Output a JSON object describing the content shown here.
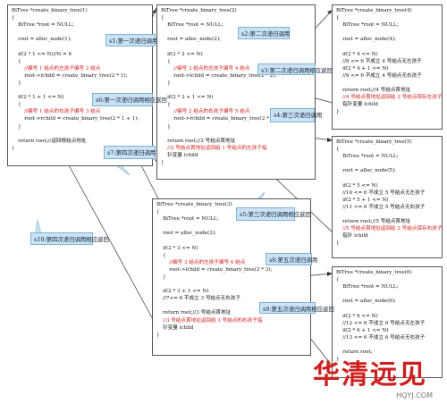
{
  "boxes": [
    {
      "id": "b1",
      "lines": [
        {
          "t": "BiTree *create_binary_tree(1)"
        },
        {
          "t": "{"
        },
        {
          "t": "    BiTree *root = NULL;"
        },
        {
          "t": ""
        },
        {
          "t": "    root = alloc_node(1);"
        },
        {
          "t": ""
        },
        {
          "t": "    if(2 * 1 <= N)//N = 6"
        },
        {
          "t": "    {"
        },
        {
          "t": "        //编号 1 结点的左孩子编号 2 结点",
          "c": "red"
        },
        {
          "t": "        root->lchild = create_binary_tree(2 * 1);"
        },
        {
          "t": "    }"
        },
        {
          "t": ""
        },
        {
          "t": "    if(2 * 1 + 1 <= N)"
        },
        {
          "t": "    {"
        },
        {
          "t": "        //编号 1 结点的右孩子编号 3 结点",
          "c": "red"
        },
        {
          "t": "        root->rchild = create_binary_tree(2 * 1 + 1);"
        },
        {
          "t": "    }"
        },
        {
          "t": ""
        },
        {
          "t": "    return root;//返回根结点地址"
        },
        {
          "t": "}"
        }
      ]
    },
    {
      "id": "b2",
      "lines": [
        {
          "t": "BiTree *create_binary_tree(2)"
        },
        {
          "t": "{"
        },
        {
          "t": "    BiTree *root = NULL;"
        },
        {
          "t": ""
        },
        {
          "t": "    root = alloc_node(2);"
        },
        {
          "t": ""
        },
        {
          "t": "    if(2 * 2 <= N)"
        },
        {
          "t": "    {"
        },
        {
          "t": "        //编号 2 结点的左孩子编号 4 结点",
          "c": "red"
        },
        {
          "t": "        root->lchild = create_binary_tree(2 * 2);"
        },
        {
          "t": "    }"
        },
        {
          "t": ""
        },
        {
          "t": "    if(2 * 2 + 1 <= N)"
        },
        {
          "t": "    {"
        },
        {
          "t": "        //编号 2 结点的右孩子编号 5 结点",
          "c": "red"
        },
        {
          "t": "        root->rchild = create_binary_tree(2 * 2 + 1);"
        },
        {
          "t": "    }"
        },
        {
          "t": ""
        },
        {
          "t": "    return root;//2 号结点首地址"
        },
        {
          "t": "    //2 号结点首地址返回给 1 号结点的左孩子指",
          "c": "red"
        },
        {
          "t": "    针变量 lchild"
        },
        {
          "t": "}"
        }
      ]
    },
    {
      "id": "b3",
      "lines": [
        {
          "t": "BiTree *create_binary_tree(3)"
        },
        {
          "t": "{"
        },
        {
          "t": "    BiTree *root = NULL;"
        },
        {
          "t": ""
        },
        {
          "t": "    root = alloc_node(3);"
        },
        {
          "t": ""
        },
        {
          "t": "    if(2 * 3 <= N)"
        },
        {
          "t": "    {"
        },
        {
          "t": "        //编号 3 结点的左孩子编号 6 结点",
          "c": "red"
        },
        {
          "t": "        root->lchild = create_binary_tree(2 * 3);"
        },
        {
          "t": "    }"
        },
        {
          "t": ""
        },
        {
          "t": "    if(2 * 3 + 1 <= N)"
        },
        {
          "t": "    //7<= 6 不成立 3 号结点无右孩子"
        },
        {
          "t": ""
        },
        {
          "t": "    return root;//3 号结点首地址"
        },
        {
          "t": "    //3 号结点首地址返回给 1 号结点的右孩子指",
          "c": "red"
        },
        {
          "t": "    针变量 lchild"
        },
        {
          "t": "}"
        }
      ]
    },
    {
      "id": "b4",
      "lines": [
        {
          "t": "BiTree *create_binary_tree(4)"
        },
        {
          "t": "{"
        },
        {
          "t": "    BiTree *root = NULL;"
        },
        {
          "t": ""
        },
        {
          "t": "    root = alloc_node(4);"
        },
        {
          "t": ""
        },
        {
          "t": "    if(2 * 4 <= N)"
        },
        {
          "t": "    //8 <= 6 不成立 4 号结点无左孩子"
        },
        {
          "t": "    if(2 * 4 + 1 <= N)"
        },
        {
          "t": "    //9 <= 6 不成立 4 号结点无右孩子"
        },
        {
          "t": ""
        },
        {
          "t": "    return root;//4 号结点首地址"
        },
        {
          "t": "    //4 号结点首地址返回给 2 号结点保存左孩子",
          "c": "red"
        },
        {
          "t": "    指针变量 lchild"
        },
        {
          "t": "}"
        }
      ]
    },
    {
      "id": "b5",
      "lines": [
        {
          "t": "BiTree *create_binary_tree(5)"
        },
        {
          "t": "{"
        },
        {
          "t": "    BiTree *root = NULL;"
        },
        {
          "t": ""
        },
        {
          "t": "    root = alloc_node(5);"
        },
        {
          "t": ""
        },
        {
          "t": "    if(2 * 5 <= N)"
        },
        {
          "t": "    //10 <= 6 不成立 5 号结点无左孩子"
        },
        {
          "t": "    if(2 * 5 + 1 <= N)"
        },
        {
          "t": "    //11 <= 6 不成立 5 号结点无右孩子"
        },
        {
          "t": ""
        },
        {
          "t": "    return root;//5 号结点首地址"
        },
        {
          "t": "    //5 号结点首地址返回给 2 号结点保存右孩子",
          "c": "red"
        },
        {
          "t": "    指针 lchild"
        },
        {
          "t": "}"
        }
      ]
    },
    {
      "id": "b6",
      "lines": [
        {
          "t": "BiTree *create_binary_tree(6)"
        },
        {
          "t": "{"
        },
        {
          "t": "    BiTree *root = NULL;"
        },
        {
          "t": ""
        },
        {
          "t": "    root = alloc_node(6);"
        },
        {
          "t": ""
        },
        {
          "t": "    if(2 * 6 <= N)"
        },
        {
          "t": "    //12 <= 6 不成立 6 号结点无左孩子"
        },
        {
          "t": "    if(2 * 6 + 1 <= N)"
        },
        {
          "t": "    //13 <= 6 不成立 6 号结点无右孩子"
        },
        {
          "t": ""
        },
        {
          "t": "    return root;"
        },
        {
          "t": "}"
        }
      ]
    }
  ],
  "callouts": [
    {
      "id": "s1",
      "label": "s1:第一次递归调用"
    },
    {
      "id": "s2",
      "label": "s2:第二次递归调用"
    },
    {
      "id": "s3",
      "label": "s3:第二次递归调用相应返回"
    },
    {
      "id": "s4",
      "label": "s4:第三次递归调用"
    },
    {
      "id": "s5",
      "label": "s5:第三次递归调用相应返回"
    },
    {
      "id": "s6",
      "label": "s6:第一次递归调用相应返回"
    },
    {
      "id": "s7",
      "label": "s7:第四次递归调用"
    },
    {
      "id": "s8",
      "label": "s8:第五次递归调用"
    },
    {
      "id": "s9",
      "label": "s9:第五次递归调用相应返回"
    },
    {
      "id": "s10",
      "label": "s10:第四次递归调用相应返回"
    }
  ],
  "watermark": {
    "text": "华清远见",
    "sub": "HQYJ.COM"
  },
  "colors": {
    "callout": "#c9e3f4",
    "code_red": "#d21919",
    "watermark": "#cf1f1f"
  }
}
